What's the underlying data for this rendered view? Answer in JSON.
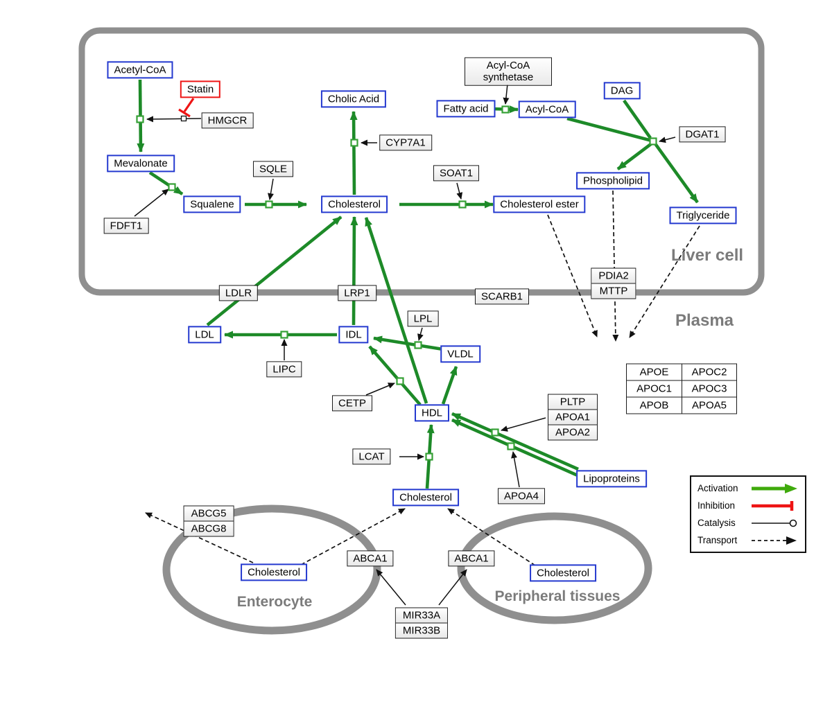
{
  "colors": {
    "edge_green": "#1d8a28",
    "legend_green": "#3faa0c",
    "inhibition_red": "#ee1414",
    "metabolite_border": "#2439cf",
    "enzyme_border": "#1a1a1a",
    "node_border": "#35a035",
    "compartment_gray": "#8f8f8f",
    "label_gray": "#7b7b7b"
  },
  "compartments": {
    "liver": "Liver cell",
    "plasma": "Plasma",
    "enterocyte": "Enterocyte",
    "peripheral": "Peripheral tissues"
  },
  "metabolites": {
    "acetyl_coa": "Acetyl-CoA",
    "mevalonate": "Mevalonate",
    "squalene": "Squalene",
    "cholesterol_liver": "Cholesterol",
    "cholic_acid": "Cholic Acid",
    "fatty_acid": "Fatty acid",
    "acyl_coa": "Acyl-CoA",
    "dag": "DAG",
    "phospholipid": "Phospholipid",
    "cholesterol_ester": "Cholesterol ester",
    "triglyceride": "Triglyceride",
    "ldl": "LDL",
    "idl": "IDL",
    "vldl": "VLDL",
    "hdl": "HDL",
    "cholesterol_plasma": "Cholesterol",
    "cholesterol_enterocyte": "Cholesterol",
    "cholesterol_peripheral": "Cholesterol",
    "lipoproteins": "Lipoproteins"
  },
  "enzymes": {
    "statin": "Statin",
    "hmgcr": "HMGCR",
    "fdft1": "FDFT1",
    "sqle": "SQLE",
    "cyp7a1": "CYP7A1",
    "soat1": "SOAT1",
    "acs_line1": "Acyl-CoA",
    "acs_line2": "synthetase",
    "dgat1": "DGAT1",
    "pdia2": "PDIA2",
    "mttp": "MTTP",
    "ldlr": "LDLR",
    "lrp1": "LRP1",
    "scarb1": "SCARB1",
    "lpl": "LPL",
    "lipc": "LIPC",
    "cetp": "CETP",
    "lcat": "LCAT",
    "pltp": "PLTP",
    "apoa1": "APOA1",
    "apoa2": "APOA2",
    "apoa4": "APOA4",
    "abcg5": "ABCG5",
    "abcg8": "ABCG8",
    "abca1_left": "ABCA1",
    "abca1_right": "ABCA1",
    "mir33a": "MIR33A",
    "mir33b": "MIR33B"
  },
  "apolipoproteins": [
    [
      "APOE",
      "APOC2"
    ],
    [
      "APOC1",
      "APOC3"
    ],
    [
      "APOB",
      "APOA5"
    ]
  ],
  "legend": {
    "activation": "Activation",
    "inhibition": "Inhibition",
    "catalysis": "Catalysis",
    "transport": "Transport"
  }
}
